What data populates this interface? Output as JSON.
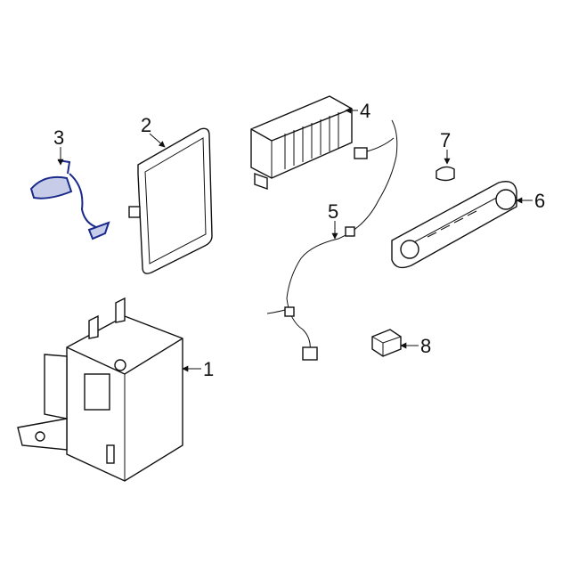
{
  "diagram": {
    "highlight_color": "#1a2a8c",
    "callouts": [
      {
        "id": "1",
        "label": "1"
      },
      {
        "id": "2",
        "label": "2"
      },
      {
        "id": "3",
        "label": "3"
      },
      {
        "id": "4",
        "label": "4"
      },
      {
        "id": "5",
        "label": "5"
      },
      {
        "id": "6",
        "label": "6"
      },
      {
        "id": "7",
        "label": "7"
      },
      {
        "id": "8",
        "label": "8"
      }
    ]
  }
}
